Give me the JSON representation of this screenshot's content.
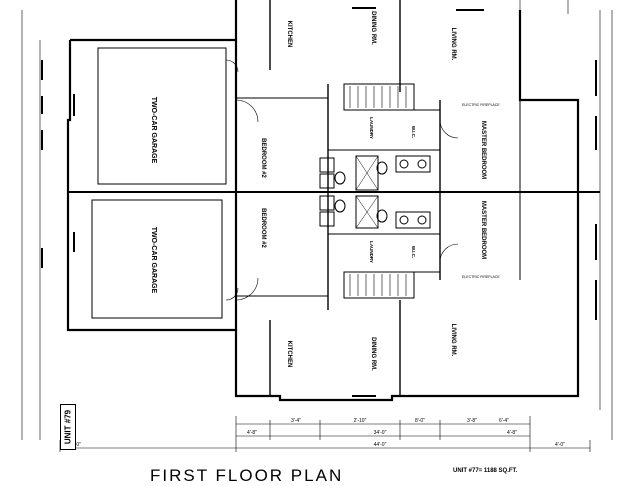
{
  "plan": {
    "title": "FIRST FLOOR PLAN",
    "unit_area": "UNIT #77= 1188 SQ.FT.",
    "unit_tag": "UNIT #79",
    "rooms": {
      "garage_top": "TWO-CAR GARAGE",
      "garage_bottom": "TWO-CAR GARAGE",
      "bedroom_top": "BEDROOM #2",
      "bedroom_bottom": "BEDROOM #2",
      "kitchen_top": "KITCHEN",
      "kitchen_bottom": "KITCHEN",
      "dining_top": "DINING RM.",
      "dining_bottom": "DINING RM.",
      "living_top": "LIVING RM.",
      "living_bottom": "LIVING RM.",
      "master_top": "MASTER BEDROOM",
      "master_bottom": "MASTER BEDROOM",
      "laundry_top": "LAUNDRY",
      "laundry_bottom": "LAUNDRY",
      "wic_top": "W.I.C.",
      "wic_bottom": "W.I.C."
    },
    "notes": {
      "fireplace_top": "ELECTRIC FIREPLACE",
      "fireplace_bottom": "ELECTRIC FIREPLACE"
    },
    "dimensions": {
      "overall": "44'-0\"",
      "mid": "34'-0\"",
      "left": "4'-8\"",
      "right": "4'-8\"",
      "seg_a": "3'-4\"",
      "seg_b": "2'-10\"",
      "seg_c": "8'-0\"",
      "seg_d": "3'-8\"",
      "seg_e": "6'-4\"",
      "left_edge": "2'-0\"",
      "right_edge": "4'-0\""
    }
  }
}
